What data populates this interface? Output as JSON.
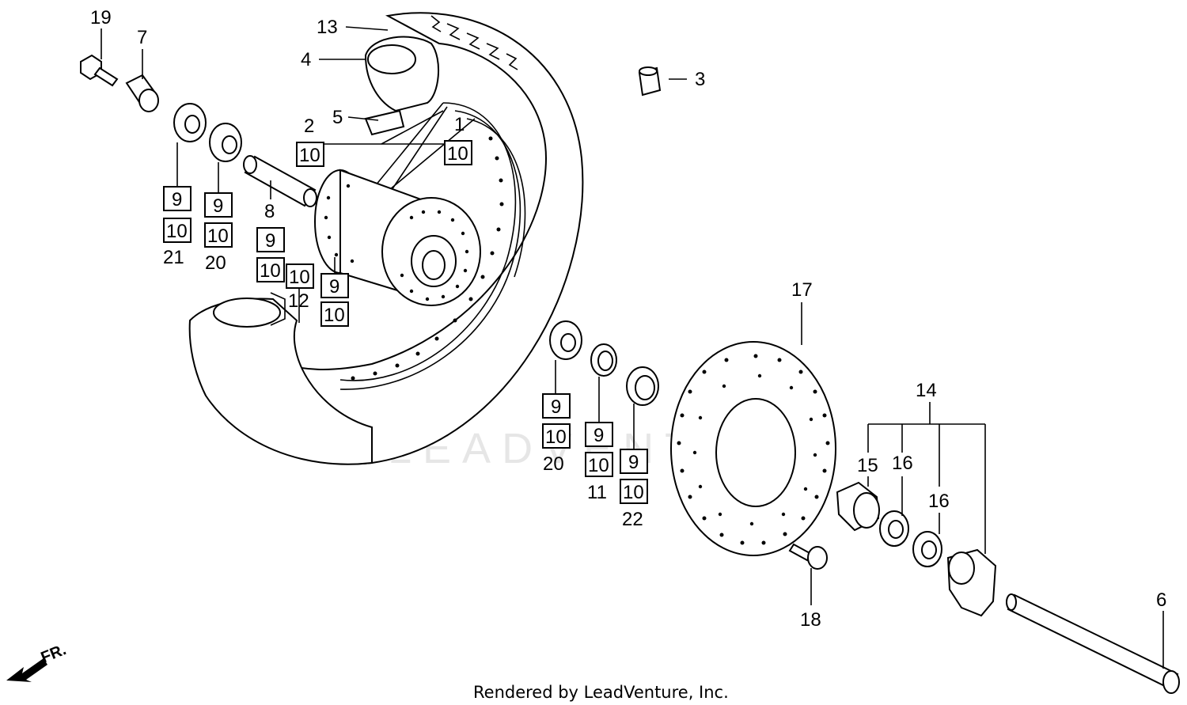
{
  "watermark": "LEADVENTURE",
  "footer": "Rendered by LeadVenture, Inc.",
  "direction_label": "FR.",
  "callouts": {
    "c1": "1",
    "c2": "2",
    "c3": "3",
    "c4": "4",
    "c5": "5",
    "c6": "6",
    "c7": "7",
    "c8": "8",
    "c11": "11",
    "c12": "12",
    "c13": "13",
    "c14": "14",
    "c15": "15",
    "c16a": "16",
    "c16b": "16",
    "c17": "17",
    "c18": "18",
    "c19": "19",
    "c20a": "20",
    "c20b": "20",
    "c21": "21",
    "c22": "22"
  },
  "boxes": {
    "b9": "9",
    "b10": "10"
  }
}
